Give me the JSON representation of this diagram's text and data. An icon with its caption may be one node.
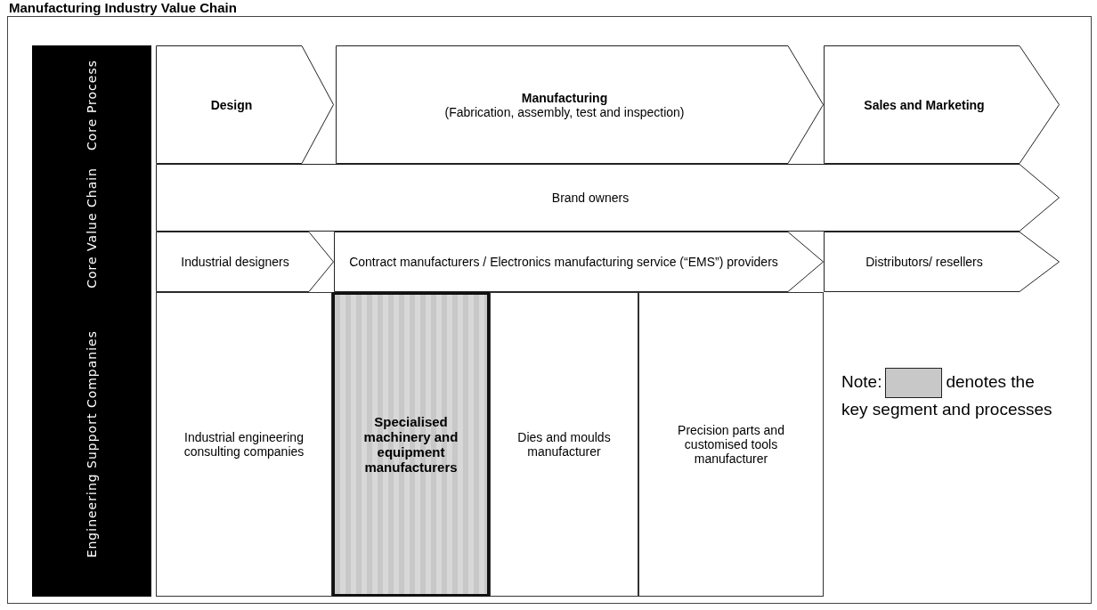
{
  "diagram": {
    "title": "Manufacturing Industry Value Chain",
    "nodes": [
      {
        "text": [
          "Core Process"
        ]
      },
      {
        "text": [
          "Core Value Chain"
        ]
      },
      {
        "text": [
          "Engineering Support Companies"
        ]
      },
      {
        "text": [
          "Design"
        ]
      },
      {
        "text": [
          "Manufacturing",
          "(Fabrication, assembly, test and inspection)"
        ]
      },
      {
        "text": [
          "Sales and Marketing"
        ]
      },
      {
        "text": [
          "Brand owners"
        ]
      },
      {
        "text": [
          "Industrial designers"
        ]
      },
      {
        "text": [
          "Contract manufacturers / Electronics manufacturing service (“EMS”) providers"
        ]
      },
      {
        "text": [
          "Distributors/ resellers"
        ]
      },
      {
        "text": [
          "Industrial engineering consulting companies"
        ]
      },
      {
        "text": [
          "Specialised machinery and equipment manufacturers"
        ]
      },
      {
        "text": [
          "Dies and moulds manufacturer"
        ]
      },
      {
        "text": [
          "Precision parts and customised tools manufacturer"
        ]
      }
    ],
    "labels": [
      "Note:"
    ],
    "legend": [
      {
        "text": "denotes the key segment and processes",
        "color": "#c8c8c8"
      }
    ]
  }
}
